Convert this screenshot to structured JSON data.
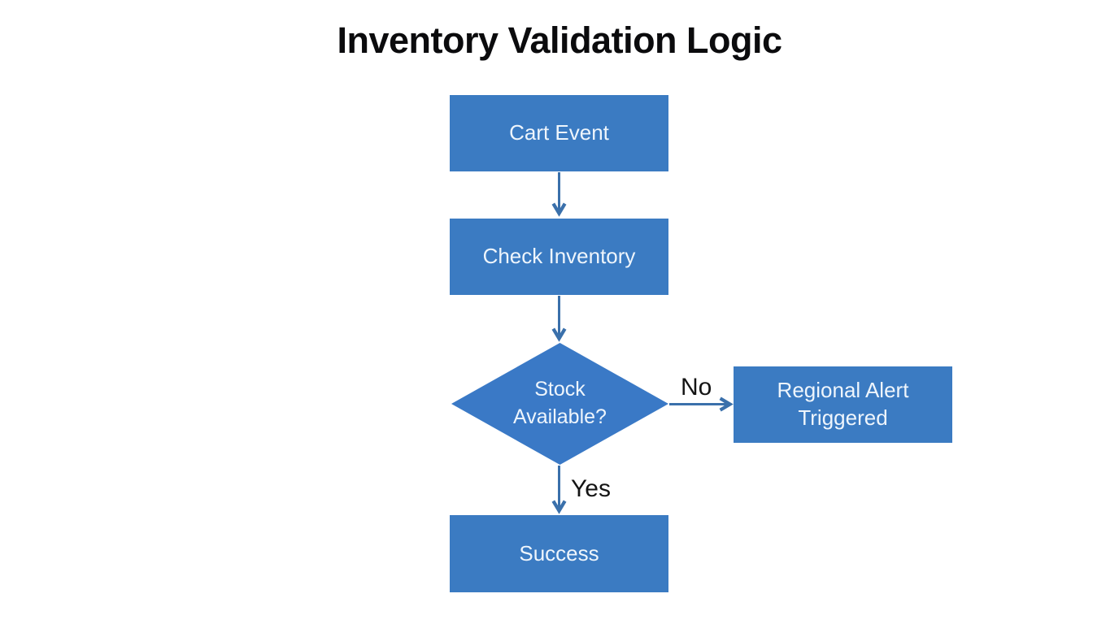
{
  "title": "Inventory Validation Logic",
  "diagram_type": "flowchart",
  "colors": {
    "background": "#ffffff",
    "node_fill": "#3b7bc2",
    "decision_fill": "#3a79c6",
    "node_text": "#eef5fc",
    "arrow": "#3a70ab",
    "title_text": "#0b0b0d",
    "edge_label_text": "#141414"
  },
  "nodes": {
    "cart_event": {
      "label": "Cart Event",
      "type": "process"
    },
    "check_inventory": {
      "label": "Check Inventory",
      "type": "process"
    },
    "stock_available": {
      "label": "Stock Available?",
      "type": "decision"
    },
    "regional_alert": {
      "label": "Regional Alert Triggered",
      "type": "process"
    },
    "success": {
      "label": "Success",
      "type": "process"
    }
  },
  "edges": {
    "cart_to_check": {
      "from": "cart_event",
      "to": "check_inventory",
      "label": ""
    },
    "check_to_stock": {
      "from": "check_inventory",
      "to": "stock_available",
      "label": ""
    },
    "stock_to_alert": {
      "from": "stock_available",
      "to": "regional_alert",
      "label": "No"
    },
    "stock_to_success": {
      "from": "stock_available",
      "to": "success",
      "label": "Yes"
    }
  }
}
